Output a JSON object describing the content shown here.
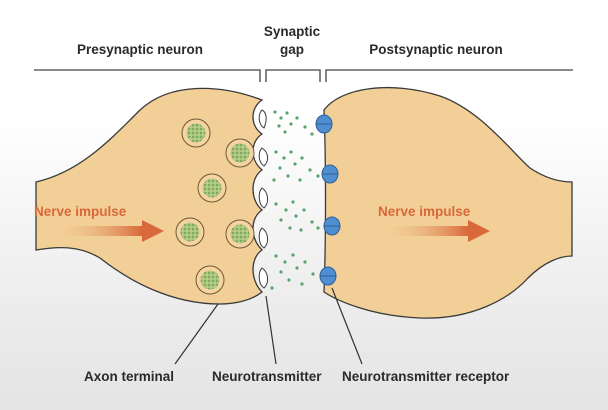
{
  "labels": {
    "presynaptic": "Presynaptic neuron",
    "synaptic_line1": "Synaptic",
    "synaptic_line2": "gap",
    "postsynaptic": "Postsynaptic neuron",
    "impulse_left": "Nerve impulse",
    "impulse_right": "Nerve impulse",
    "axon_terminal": "Axon terminal",
    "neurotransmitter": "Neurotransmitter",
    "receptor": "Neurotransmitter receptor"
  },
  "colors": {
    "membrane": "#f2cf97",
    "membrane_stroke": "#3a3a3a",
    "vesicle_fill": "#8fb66a",
    "vesicle_ring": "#f6d3a0",
    "molecule": "#5aa36e",
    "receptor": "#4f8fd1",
    "impulse": "#d9683a",
    "label": "#2a2a2a"
  }
}
